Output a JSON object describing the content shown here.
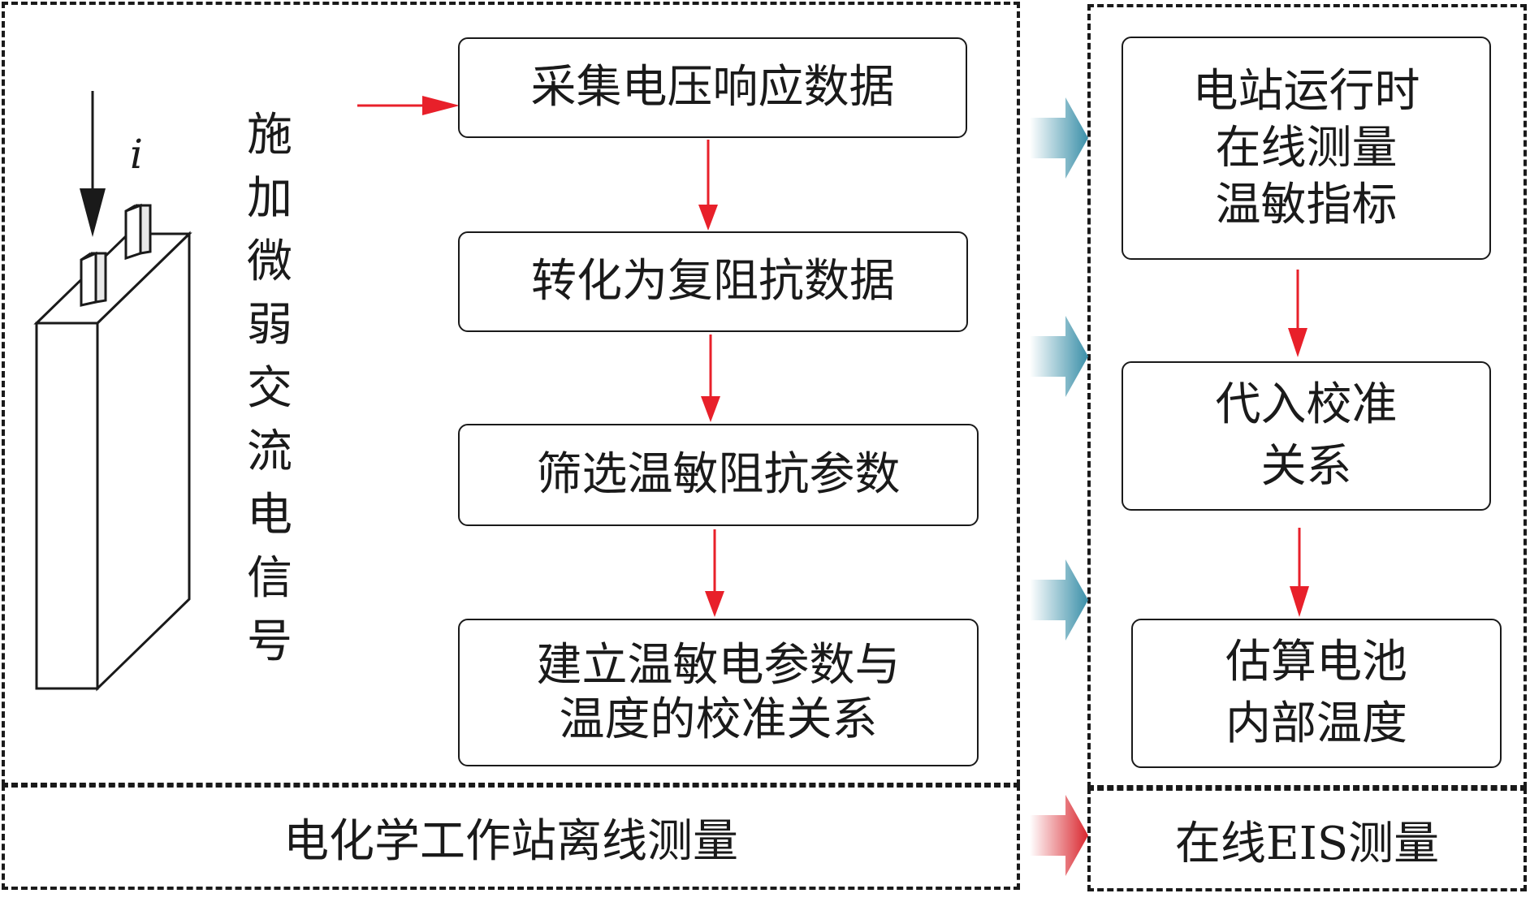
{
  "left_panel": {
    "current_label": "i",
    "signal_text": "施加微弱交流电信号",
    "steps": [
      "采集电压响应数据",
      "转化为复阻抗数据",
      "筛选温敏阻抗参数",
      "建立温敏电参数与\n温度的校准关系"
    ],
    "footer": "电化学工作站离线测量"
  },
  "right_panel": {
    "steps": [
      "电站运行时\n在线测量\n温敏指标",
      "代入校准\n关系",
      "估算电池\n内部温度"
    ],
    "footer": "在线EIS测量"
  },
  "colors": {
    "flow_arrow": "#e8202a",
    "transfer_arrow": "#4a9ab0",
    "footer_arrow": "#d9262e",
    "line": "#1a1a1a"
  }
}
